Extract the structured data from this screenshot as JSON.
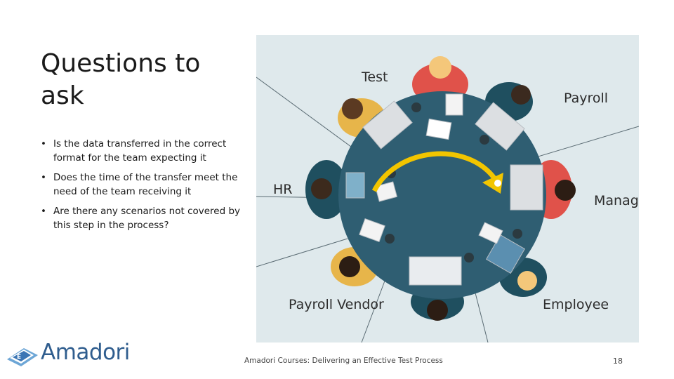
{
  "slide": {
    "title": "Questions to ask",
    "bullets": [
      "Is the data transferred in the correct format for the team expecting it",
      "Does the time of the transfer meet the need of the team receiving it",
      "Are there any scenarios not covered by this step in the process?"
    ]
  },
  "figure": {
    "labels": {
      "test": "Test",
      "payroll": "Payroll",
      "hr": "HR",
      "manag": "Manag",
      "payroll_vendor": "Payroll Vendor",
      "employee": "Employee"
    },
    "icon": "round-table-meeting-illustration"
  },
  "logo": {
    "text": "Amadori",
    "icon": "amadori-logo-icon"
  },
  "footer": {
    "text": "Amadori Courses: Delivering an Effective Test Process",
    "page_number": "18"
  },
  "colors": {
    "table": "#2f5e72",
    "logo": "#2f5d8e",
    "figure_bg": "#dfe9ec",
    "arrow": "#f2c500"
  }
}
